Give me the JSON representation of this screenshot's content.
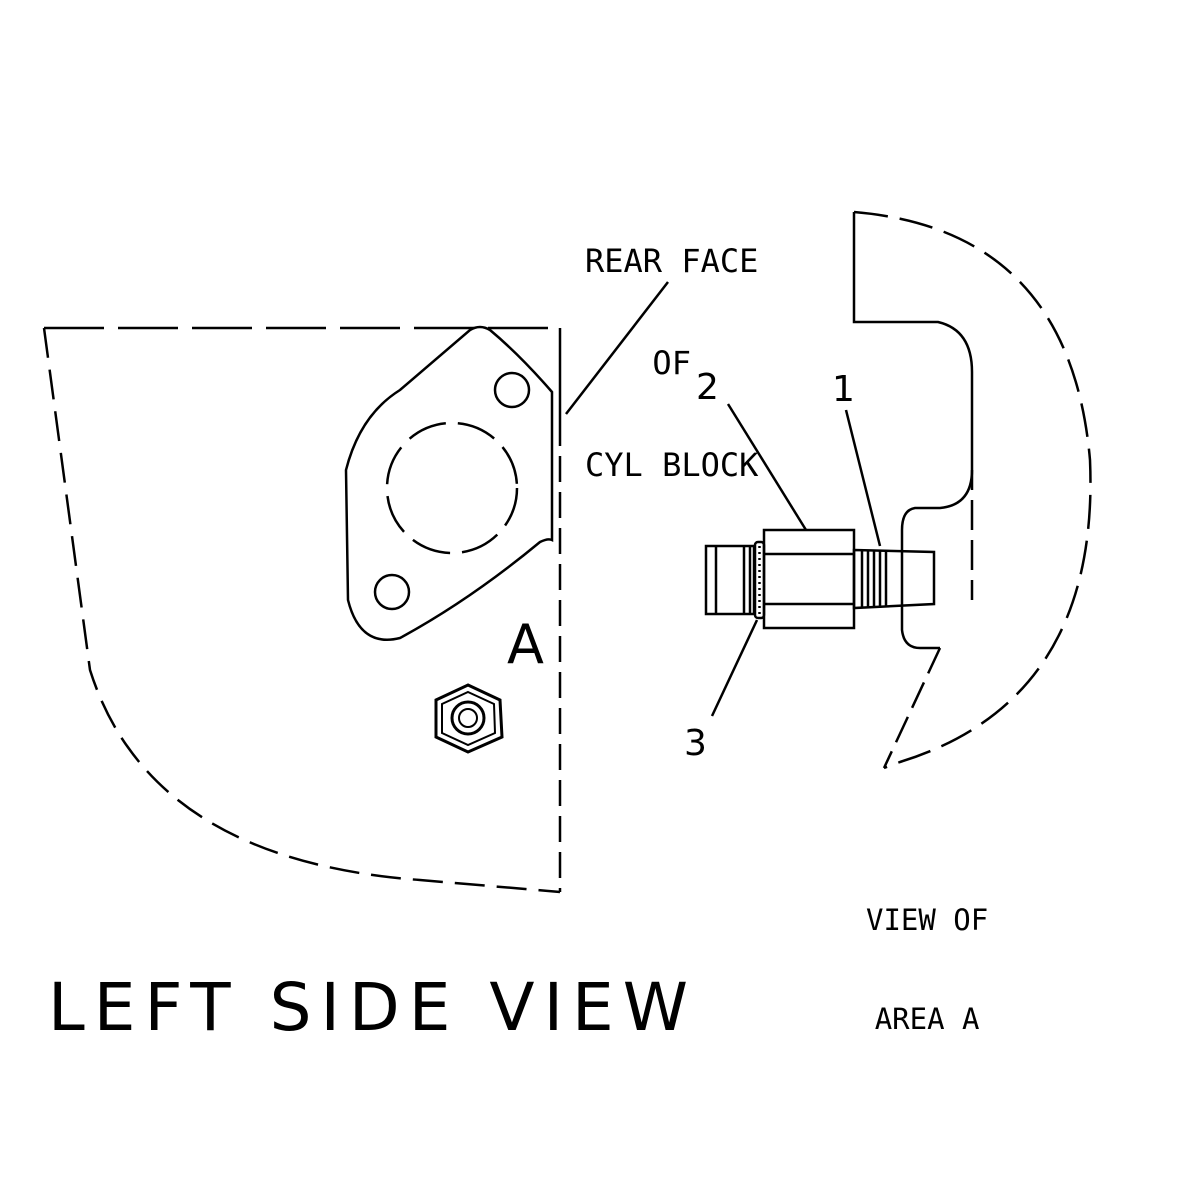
{
  "labels": {
    "rear_face_line1": "REAR FACE",
    "rear_face_line2": "OF",
    "rear_face_line3": "CYL BLOCK",
    "area_marker": "A",
    "view_area_line1": "VIEW OF",
    "view_area_line2": "AREA A",
    "main_title": "LEFT SIDE VIEW"
  },
  "callouts": {
    "part_1": "1",
    "part_2": "2",
    "part_3": "3"
  },
  "colors": {
    "ink": "#000000",
    "background": "#ffffff"
  }
}
